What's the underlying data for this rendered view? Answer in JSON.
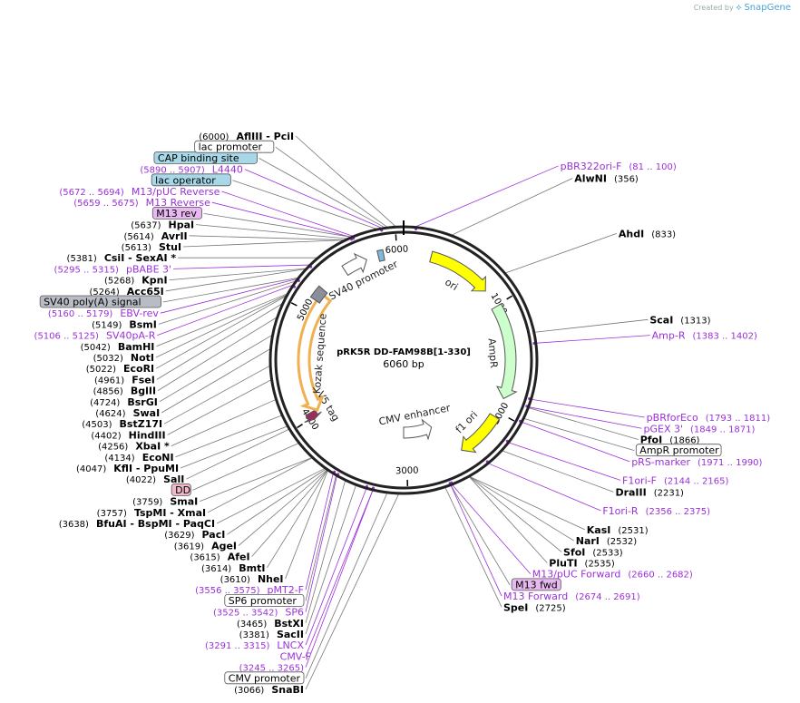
{
  "credit": {
    "created_by": "Created by",
    "brand": "SnapGene"
  },
  "plasmid": {
    "name": "pRK5R DD-FAM98B[1-330]",
    "size_label": "6060 bp",
    "length": 6060
  },
  "colors": {
    "primer": "#9b30d9",
    "ori": "#ffff00",
    "ampR": "#ccffcc",
    "v5tag": "#9b2d5e",
    "sv40pa": "#8a8f99",
    "f1ori": "#ffff00",
    "kozak_arc": "#f0b050"
  },
  "ticks": [
    {
      "pos": 1000,
      "label": "1000"
    },
    {
      "pos": 2000,
      "label": "2000"
    },
    {
      "pos": 3000,
      "label": "3000"
    },
    {
      "pos": 4000,
      "label": "4000"
    },
    {
      "pos": 5000,
      "label": "5000"
    },
    {
      "pos": 6000,
      "label": "6000"
    }
  ],
  "features": [
    {
      "name": "ori",
      "start": 250,
      "end": 839,
      "dir": 1,
      "color": "#ffff00",
      "track": 2
    },
    {
      "name": "AmpR",
      "start": 1010,
      "end": 1870,
      "dir": 1,
      "color": "#ccffcc",
      "track": 2
    },
    {
      "name": "f1 ori",
      "start": 2050,
      "end": 2480,
      "dir": 1,
      "color": "#ffff00",
      "track": 2
    },
    {
      "name": "CMV enhancer",
      "start": 2650,
      "end": 3030,
      "dir": -1,
      "color": "#ffffff",
      "track": 1
    },
    {
      "name": "V5 tag",
      "start": 3980,
      "end": 4050,
      "dir": -1,
      "color": "#9b2d5e",
      "track": 2
    },
    {
      "name": "Kozak sequence",
      "start": 4040,
      "end": 5200,
      "dir": -1,
      "color": "#f0b050",
      "track": 0
    },
    {
      "name": "SV40 poly(A) signal",
      "start": 5120,
      "end": 5240,
      "dir": 0,
      "color": "#8a8f99",
      "track": 2
    },
    {
      "name": "SV40 promoter",
      "start": 5500,
      "end": 5720,
      "dir": 1,
      "color": "#ffffff",
      "track": 2
    },
    {
      "name": "lac operator",
      "start": 5830,
      "end": 5880,
      "dir": 0,
      "color": "#7fb8d8",
      "track": 2
    }
  ],
  "labels": [
    {
      "kind": "primer",
      "name": "L4440",
      "pos_text": "(5890 .. 5907)",
      "pos": 5898
    },
    {
      "kind": "box",
      "name": "CAP binding site",
      "fill": "#a8d8e8",
      "pos": 5920
    },
    {
      "kind": "box",
      "name": "lac promoter",
      "fill": "#ffffff",
      "pos": 5940
    },
    {
      "kind": "primer",
      "name": "M13/pUC Reverse",
      "pos_text": "(5672 .. 5694)",
      "pos": 5683
    },
    {
      "kind": "box",
      "name": "lac operator",
      "fill": "#a8d8e8",
      "pos": 5860
    },
    {
      "kind": "primer",
      "name": "M13 Reverse",
      "pos_text": "(5659 .. 5675)",
      "pos": 5667
    },
    {
      "kind": "box",
      "name": "M13 rev",
      "fill": "#e8b8f0",
      "pos": 5667
    },
    {
      "kind": "enzyme",
      "name": "HpaI",
      "pos_text": "(5637)",
      "pos": 5637
    },
    {
      "kind": "enzyme",
      "name": "AvrII",
      "pos_text": "(5614)",
      "pos": 5614
    },
    {
      "kind": "enzyme",
      "name": "StuI",
      "pos_text": "(5613)",
      "pos": 5613
    },
    {
      "kind": "enzyme",
      "name": "CsiI  - SexAI *",
      "pos_text": "(5381)",
      "pos": 5381
    },
    {
      "kind": "primer",
      "name": "pBABE 3'",
      "pos_text": "(5295 .. 5315)",
      "pos": 5305
    },
    {
      "kind": "enzyme",
      "name": "KpnI",
      "pos_text": "(5268)",
      "pos": 5268
    },
    {
      "kind": "enzyme",
      "name": "Acc65I",
      "pos_text": "(5264)",
      "pos": 5264
    },
    {
      "kind": "primer",
      "name": "EBV-rev",
      "pos_text": "(5160 .. 5179)",
      "pos": 5170
    },
    {
      "kind": "enzyme",
      "name": "BsmI",
      "pos_text": "(5149)",
      "pos": 5149
    },
    {
      "kind": "box",
      "name": "SV40 poly(A) signal",
      "fill": "#b8bcc4",
      "pos": 5180
    },
    {
      "kind": "primer",
      "name": "SV40pA-R",
      "pos_text": "(5106 .. 5125)",
      "pos": 5115
    },
    {
      "kind": "enzyme",
      "name": "BamHI",
      "pos_text": "(5042)",
      "pos": 5042
    },
    {
      "kind": "enzyme",
      "name": "NotI",
      "pos_text": "(5032)",
      "pos": 5032
    },
    {
      "kind": "enzyme",
      "name": "EcoRI",
      "pos_text": "(5022)",
      "pos": 5022
    },
    {
      "kind": "enzyme",
      "name": "FseI",
      "pos_text": "(4961)",
      "pos": 4961
    },
    {
      "kind": "enzyme",
      "name": "BglII",
      "pos_text": "(4856)",
      "pos": 4856
    },
    {
      "kind": "enzyme",
      "name": "BsrGI",
      "pos_text": "(4724)",
      "pos": 4724
    },
    {
      "kind": "enzyme",
      "name": "SwaI",
      "pos_text": "(4624)",
      "pos": 4624
    },
    {
      "kind": "enzyme",
      "name": "BstZ17I",
      "pos_text": "(4503)",
      "pos": 4503
    },
    {
      "kind": "enzyme",
      "name": "HindIII",
      "pos_text": "(4402)",
      "pos": 4402
    },
    {
      "kind": "enzyme",
      "name": "XbaI *",
      "pos_text": "(4256)",
      "pos": 4256
    },
    {
      "kind": "enzyme",
      "name": "EcoNI",
      "pos_text": "(4134)",
      "pos": 4134
    },
    {
      "kind": "enzyme",
      "name": "KflI  - PpuMI",
      "pos_text": "(4047)",
      "pos": 4047
    },
    {
      "kind": "enzyme",
      "name": "SalI",
      "pos_text": "(4022)",
      "pos": 4022
    },
    {
      "kind": "box",
      "name": "DD",
      "fill": "#f0b8c8",
      "pos": 3900
    },
    {
      "kind": "enzyme",
      "name": "SmaI",
      "pos_text": "(3759)",
      "pos": 3759
    },
    {
      "kind": "enzyme",
      "name": "TspMI  - XmaI",
      "pos_text": "(3757)",
      "pos": 3757
    },
    {
      "kind": "enzyme",
      "name": "BfuAI  - BspMI  - PaqCI",
      "pos_text": "(3638)",
      "pos": 3638
    },
    {
      "kind": "enzyme",
      "name": "PacI",
      "pos_text": "(3629)",
      "pos": 3629
    },
    {
      "kind": "enzyme",
      "name": "AgeI",
      "pos_text": "(3619)",
      "pos": 3619
    },
    {
      "kind": "enzyme",
      "name": "AfeI",
      "pos_text": "(3615)",
      "pos": 3615
    },
    {
      "kind": "enzyme",
      "name": "BmtI",
      "pos_text": "(3614)",
      "pos": 3614
    },
    {
      "kind": "enzyme",
      "name": "NheI",
      "pos_text": "(3610)",
      "pos": 3610
    },
    {
      "kind": "primer",
      "name": "pMT2-F",
      "pos_text": "(3556 .. 3575)",
      "pos": 3565
    },
    {
      "kind": "box",
      "name": "SP6 promoter",
      "fill": "#ffffff",
      "pos": 3540
    },
    {
      "kind": "primer",
      "name": "SP6",
      "pos_text": "(3525 .. 3542)",
      "pos": 3533
    },
    {
      "kind": "enzyme",
      "name": "BstXI",
      "pos_text": "(3465)",
      "pos": 3465
    },
    {
      "kind": "enzyme",
      "name": "SacII",
      "pos_text": "(3381)",
      "pos": 3381
    },
    {
      "kind": "primer",
      "name": "LNCX",
      "pos_text": "(3291 .. 3315)",
      "pos": 3303
    },
    {
      "kind": "primer",
      "name": "CMV-F",
      "pos_text": "",
      "pos": 3255
    },
    {
      "kind": "primer-right",
      "name": "",
      "pos_text": "(3245 .. 3265)",
      "pos": 3255
    },
    {
      "kind": "box",
      "name": "CMV promoter",
      "fill": "#ffffff",
      "pos": 3150
    },
    {
      "kind": "enzyme",
      "name": "SnaBI",
      "pos_text": "(3066)",
      "pos": 3066
    },
    {
      "kind": "enzyme",
      "name": "SpeI",
      "pos_text": "(2725)",
      "pos": 2725
    },
    {
      "kind": "box",
      "name": "M13 fwd",
      "fill": "#e8b8f0",
      "pos": 2682
    },
    {
      "kind": "primer",
      "name": "M13 Forward",
      "pos_text": "(2674 .. 2691)",
      "pos": 2682
    },
    {
      "kind": "primer",
      "name": "M13/pUC Forward",
      "pos_text": "(2660 .. 2682)",
      "pos": 2671
    },
    {
      "kind": "enzyme",
      "name": "PluTI",
      "pos_text": "(2535)",
      "pos": 2535
    },
    {
      "kind": "enzyme",
      "name": "SfoI",
      "pos_text": "(2533)",
      "pos": 2533
    },
    {
      "kind": "enzyme",
      "name": "NarI",
      "pos_text": "(2532)",
      "pos": 2532
    },
    {
      "kind": "enzyme",
      "name": "KasI",
      "pos_text": "(2531)",
      "pos": 2531
    },
    {
      "kind": "primer",
      "name": "F1ori-R",
      "pos_text": "(2356 .. 2375)",
      "pos": 2365
    },
    {
      "kind": "enzyme",
      "name": "DraIII",
      "pos_text": "(2231)",
      "pos": 2231
    },
    {
      "kind": "primer",
      "name": "F1ori-F",
      "pos_text": "(2144 .. 2165)",
      "pos": 2155
    },
    {
      "kind": "primer",
      "name": "pRS-marker",
      "pos_text": "(1971 .. 1990)",
      "pos": 1980
    },
    {
      "kind": "primer",
      "name": "pGEX 3'",
      "pos_text": "(1849 .. 1871)",
      "pos": 1860
    },
    {
      "kind": "enzyme",
      "name": "PfoI",
      "pos_text": "(1866)",
      "pos": 1866
    },
    {
      "kind": "primer",
      "name": "pBRforEco",
      "pos_text": "(1793 .. 1811)",
      "pos": 1802
    },
    {
      "kind": "box",
      "name": "AmpR promoter",
      "fill": "#ffffff",
      "pos": 1950
    },
    {
      "kind": "primer",
      "name": "Amp-R",
      "pos_text": "(1383 .. 1402)",
      "pos": 1392
    },
    {
      "kind": "enzyme",
      "name": "ScaI",
      "pos_text": "(1313)",
      "pos": 1313
    },
    {
      "kind": "enzyme",
      "name": "AhdI",
      "pos_text": "(833)",
      "pos": 833
    },
    {
      "kind": "enzyme",
      "name": "AlwNI",
      "pos_text": "(356)",
      "pos": 356
    },
    {
      "kind": "primer",
      "name": "pBR322ori-F",
      "pos_text": "(81 .. 100)",
      "pos": 90
    },
    {
      "kind": "enzyme",
      "name": "AflIII  - PciI",
      "pos_text": "(6000)",
      "pos": 6000
    }
  ]
}
